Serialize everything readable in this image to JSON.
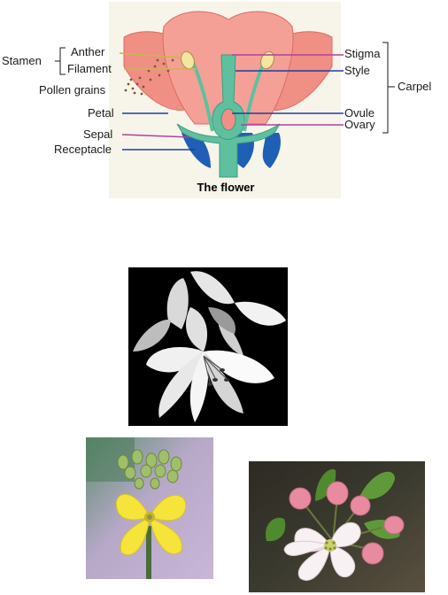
{
  "diagram": {
    "caption": "The flower",
    "left_labels": {
      "stamen": "Stamen",
      "anther": "Anther",
      "filament": "Filament",
      "pollen_grains": "Pollen grains",
      "petal": "Petal",
      "sepal": "Sepal",
      "receptacle": "Receptacle"
    },
    "right_labels": {
      "stigma": "Stigma",
      "style": "Style",
      "carpel": "Carpel",
      "ovule": "Ovule",
      "ovary": "Ovary"
    },
    "colors": {
      "petal": "#f08f84",
      "petal_edge": "#e06a60",
      "receptacle": "#5fc0a0",
      "sepal": "#1f5fb5",
      "pollen": "#7a5a3a",
      "anther": "#f4e6a0"
    }
  },
  "photos": [
    {
      "name": "white-lily-photo",
      "icon": "white-lily"
    },
    {
      "name": "yellow-flower-photo",
      "icon": "yellow-mustard-flower"
    },
    {
      "name": "apple-blossom-photo",
      "icon": "pink-apple-blossom"
    }
  ]
}
